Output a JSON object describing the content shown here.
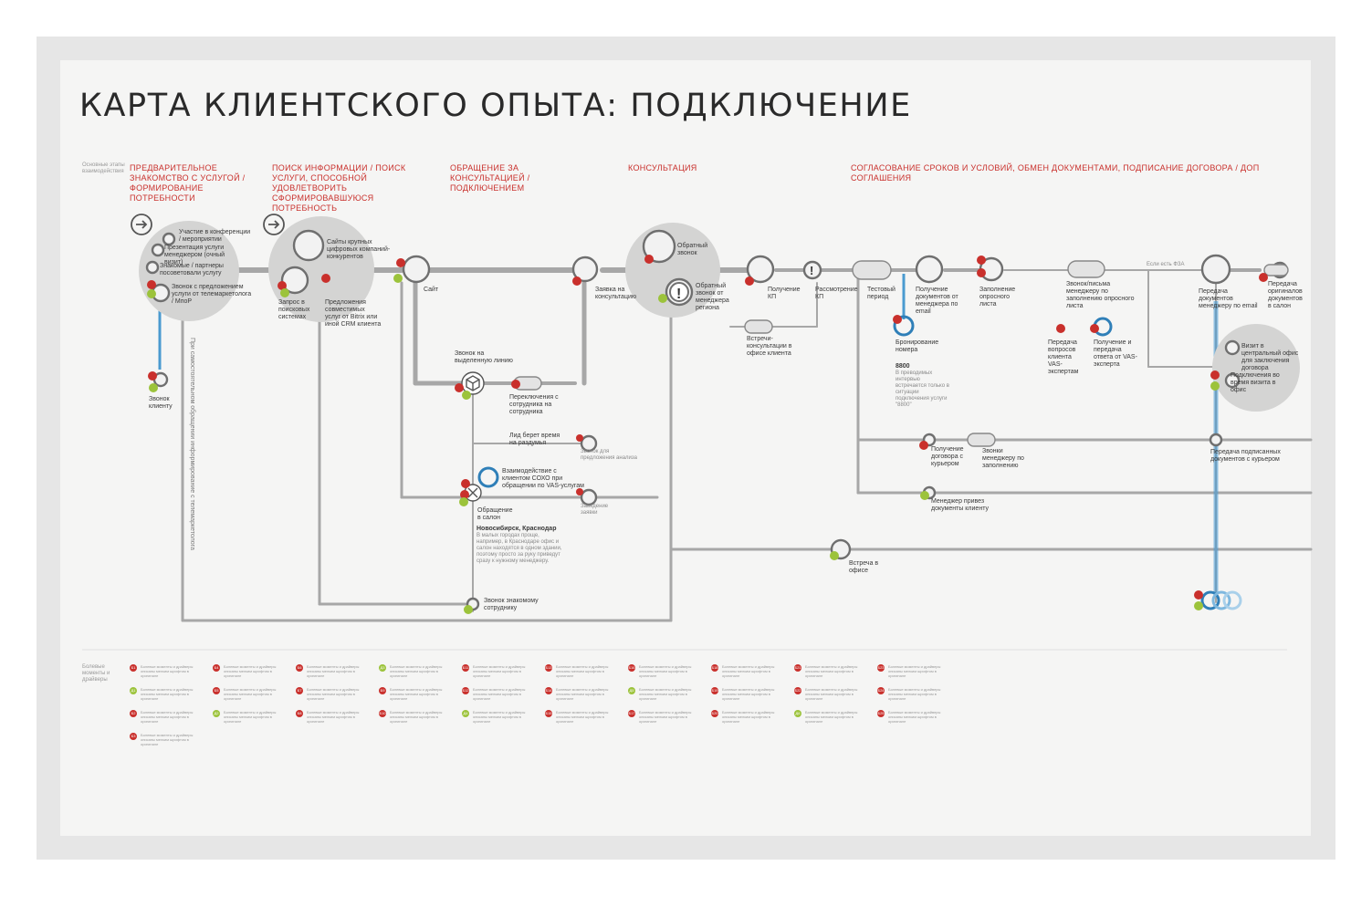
{
  "title": "КАРТА КЛИЕНТСКОГО ОПЫТА: ПОДКЛЮЧЕНИЕ",
  "colors": {
    "accent": "#c9302c",
    "green": "#9cc33b",
    "blue": "#2f7fb8",
    "line": "#9a9a9a",
    "node": "#d6d6d6"
  },
  "legend": {
    "main_stages": "Основные этапы взаимодействия",
    "footnotes": "Болевые моменты и драйверы"
  },
  "stages": [
    "ПРЕДВАРИТЕЛЬНОЕ ЗНАКОМСТВО С УСЛУГОЙ / ФОРМИРОВАНИЕ ПОТРЕБНОСТИ",
    "ПОИСК ИНФОРМАЦИИ / ПОИСК УСЛУГИ, СПОСОБНОЙ УДОВЛЕТВОРИТЬ СФОРМИРОВАВШУЮСЯ ПОТРЕБНОСТЬ",
    "ОБРАЩЕНИЕ ЗА КОНСУЛЬТАЦИЕЙ / ПОДКЛЮЧЕНИЕМ",
    "КОНСУЛЬТАЦИЯ",
    "СОГЛАСОВАНИЕ СРОКОВ И УСЛОВИЙ, ОБМЕН ДОКУМЕНТАМИ, ПОДПИСАНИЕ ДОГОВОРА / ДОП СОГЛАШЕНИЯ"
  ],
  "nodes": {
    "n1": "Участие в конференции / мероприятии",
    "n2": "Презентация услуги менеджером (очный визит)",
    "n3": "Знакомые / партнеры посоветовали услугу",
    "n4": "Звонок с предложением услуги от телемаркетолога / МпоР",
    "n5": "Звонок клиенту",
    "n6": "Сайты крупных цифровых компаний-конкурентов",
    "n7": "Запрос в поисковых системах",
    "n8": "Предложения совместимых услуг от Bitrix или иной CRM клиента",
    "n9": "Сайт",
    "n10": "Заявка на консультацию",
    "n11": "Звонок на выделенную линию",
    "n12": "Переключения с сотрудника на сотрудника",
    "n13": "Лид берет время на раздумья",
    "n14": "Звонок для предложения анализа",
    "n15": "Взаимодействие с клиентом СОХО при обращении по VAS-услугам",
    "n16": "Обращение в салон",
    "n17": "Заведение заявки",
    "n18": "Звонок знакомому сотруднику",
    "n19": "Обратный звонок",
    "n20": "Обратный звонок от менеджера региона",
    "n21": "Получение КП",
    "n22": "Рассмотрение КП",
    "n23": "Встречи-консультации в офисе клиента",
    "n24": "Тестовый период",
    "n25": "Получение документов от менеджера по email",
    "n26": "Бронирование номера",
    "n27": "Заполнение опросного листа",
    "n28": "Звонок/письма менеджеру по заполнению опросного листа",
    "n29": "Передача вопросов клиента VAS-экспертам",
    "n30": "Получение и передача ответа от VAS-эксперта",
    "n31": "Передача документов менеджеру по email",
    "n32": "Передача оригиналов документов в салон",
    "n33": "Визит в центральный офис для заключения договора",
    "n34": "Подключения во время визита в офис",
    "n35": "Получение договора с курьером",
    "n36": "Звонки менеджеру по заполнению",
    "n37": "Передача подписанных документов с курьером",
    "n38": "Менеджер привез документы клиенту",
    "n39": "Встреча в офисе",
    "if_fza": "Если есть ФЗА",
    "note_8800_title": "8800",
    "note_8800": "В преводимых интервью встречается только в ситуации подключения услуги \"8800\"",
    "note_city_title": "Новосибирск, Краснодар",
    "note_city": "В малых городах проще, например, в Краснодаре офис и салон находятся в одном здании, поэтому просто за руку приведут сразу к нужному менеджеру.",
    "vertical": "При самостоятельном обращении информирование с телемаркетолога"
  },
  "footnotes": {
    "placeholder": "Болевые моменты и драйверы описаны мелким шрифтом в оригинале",
    "columns": [
      {
        "items": [
          {
            "b": "Б1",
            "c": "r"
          },
          {
            "b": "Д1",
            "c": "g"
          },
          {
            "b": "Б2",
            "c": "r"
          },
          {
            "b": "Б3",
            "c": "r"
          }
        ]
      },
      {
        "items": [
          {
            "b": "Б4",
            "c": "r"
          },
          {
            "b": "Б5",
            "c": "r"
          },
          {
            "b": "Д2",
            "c": "g"
          }
        ]
      },
      {
        "items": [
          {
            "b": "Б6",
            "c": "r"
          },
          {
            "b": "Б7",
            "c": "r"
          },
          {
            "b": "Б8",
            "c": "r"
          }
        ]
      },
      {
        "items": [
          {
            "b": "Д3",
            "c": "g"
          },
          {
            "b": "Б9",
            "c": "r"
          },
          {
            "b": "Б10",
            "c": "r"
          }
        ]
      },
      {
        "items": [
          {
            "b": "Б11",
            "c": "r"
          },
          {
            "b": "Б12",
            "c": "r"
          },
          {
            "b": "Д4",
            "c": "g"
          }
        ]
      },
      {
        "items": [
          {
            "b": "Б13",
            "c": "r"
          },
          {
            "b": "Б14",
            "c": "r"
          },
          {
            "b": "Б15",
            "c": "r"
          }
        ]
      },
      {
        "items": [
          {
            "b": "Б16",
            "c": "r"
          },
          {
            "b": "Д5",
            "c": "g"
          },
          {
            "b": "Б17",
            "c": "r"
          }
        ]
      },
      {
        "items": [
          {
            "b": "Б18",
            "c": "r"
          },
          {
            "b": "Б19",
            "c": "r"
          },
          {
            "b": "Б20",
            "c": "r"
          }
        ]
      },
      {
        "items": [
          {
            "b": "Б21",
            "c": "r"
          },
          {
            "b": "Б22",
            "c": "r"
          },
          {
            "b": "Д6",
            "c": "g"
          }
        ]
      },
      {
        "items": [
          {
            "b": "Б23",
            "c": "r"
          },
          {
            "b": "Б24",
            "c": "r"
          },
          {
            "b": "Б25",
            "c": "r"
          }
        ]
      }
    ]
  }
}
